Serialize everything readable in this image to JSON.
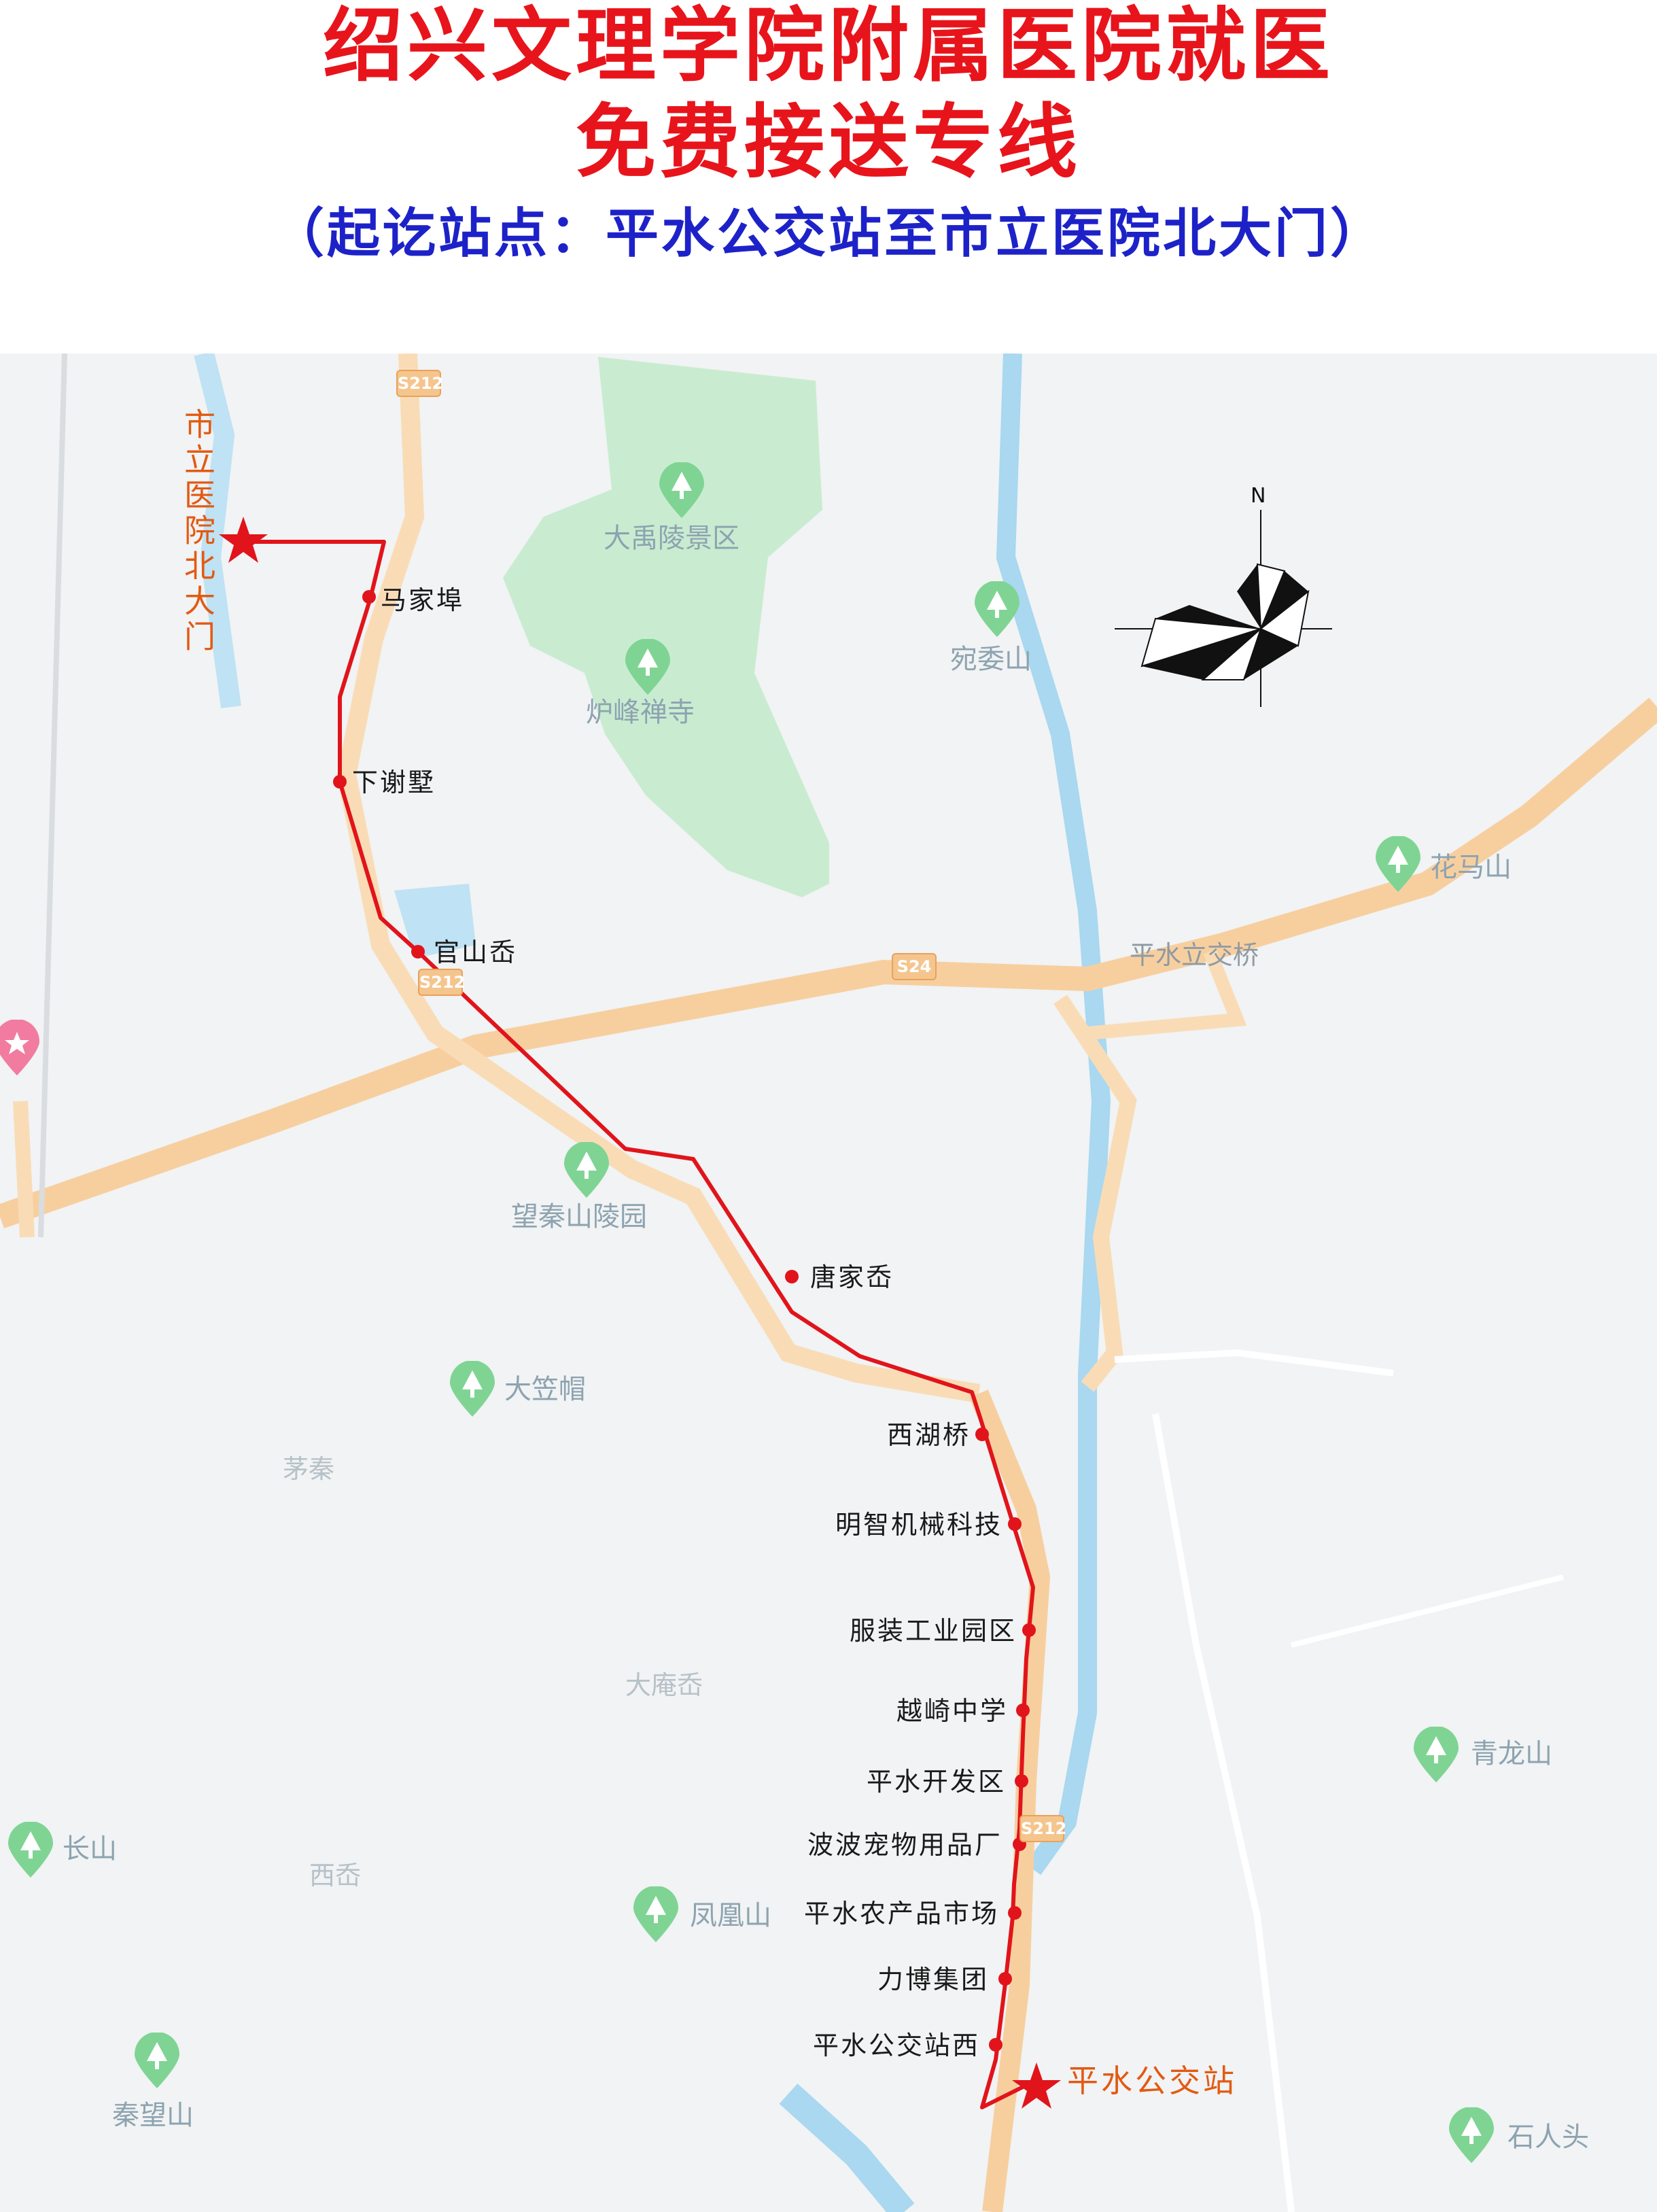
{
  "title": {
    "line1": "绍兴文理学院附属医院就医",
    "line2": "免费接送专线",
    "subtitle": "（起讫站点：平水公交站至市立医院北大门）"
  },
  "colors": {
    "title": "#e8141b",
    "subtitle": "#1d22c8",
    "route": "#e1141b",
    "terminus": "#e25a12",
    "green_area": "#c9ecd1",
    "road": "#f7cf9f",
    "water": "#a9d8f0"
  },
  "compass": {
    "north_label": "N"
  },
  "termini": {
    "end": "市立医院北大门",
    "start": "平水公交站"
  },
  "stops": [
    "马家埠",
    "下谢墅",
    "官山岙",
    "唐家岙",
    "西湖桥",
    "明智机械科技",
    "服装工业园区",
    "越崎中学",
    "平水开发区",
    "波波宠物用品厂",
    "平水农产品市场",
    "力博集团",
    "平水公交站西"
  ],
  "map_labels": {
    "pois": [
      "大禹陵景区",
      "炉峰禅寺",
      "宛委山",
      "花马山",
      "望秦山陵园",
      "大笠帽",
      "青龙山",
      "长山",
      "凤凰山",
      "秦望山",
      "石人头"
    ],
    "places": [
      "茅秦",
      "大庵岙",
      "西岙"
    ],
    "roads": [
      "平水立交桥"
    ],
    "shields": [
      "S212",
      "S24",
      "S212",
      "S212"
    ]
  },
  "icons": [
    "tree-pin-icon",
    "hospital-pin-icon",
    "star-icon",
    "compass-rose-icon"
  ]
}
